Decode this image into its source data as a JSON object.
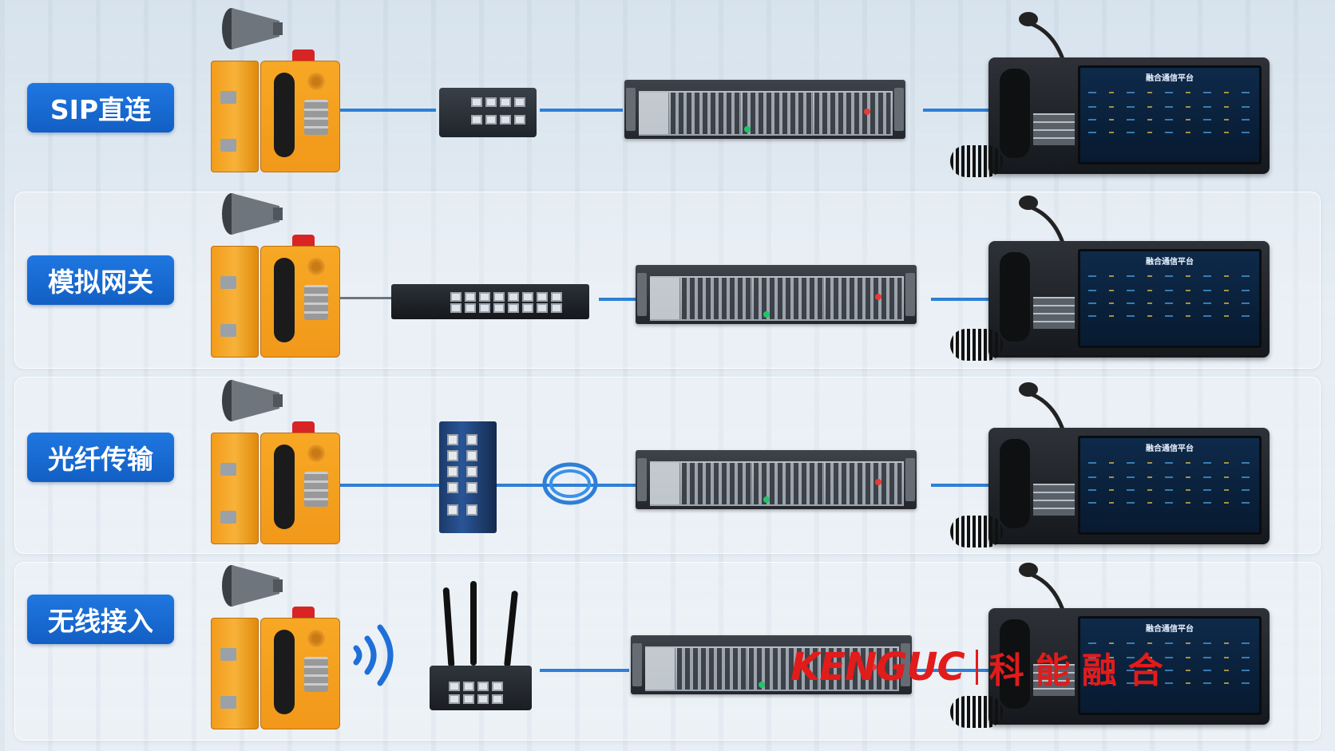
{
  "rows": [
    {
      "label": "SIP直连"
    },
    {
      "label": "模拟网关"
    },
    {
      "label": "光纤传输"
    },
    {
      "label": "无线接入"
    }
  ],
  "console_screen_title": "融合通信平台",
  "brand": {
    "english": "KENGUC",
    "chinese": "科能融合",
    "color": "#e21b1b"
  },
  "colors": {
    "label_blue": "#1a6bd4",
    "link_line": "#2f7fd6",
    "phone_orange": "#f39c1a"
  },
  "icons": [
    "horn-speaker-icon",
    "explosion-proof-phone-icon",
    "network-switch-icon",
    "rack-server-icon",
    "dispatch-console-icon",
    "wireless-signal-icon",
    "fiber-cable-icon"
  ]
}
